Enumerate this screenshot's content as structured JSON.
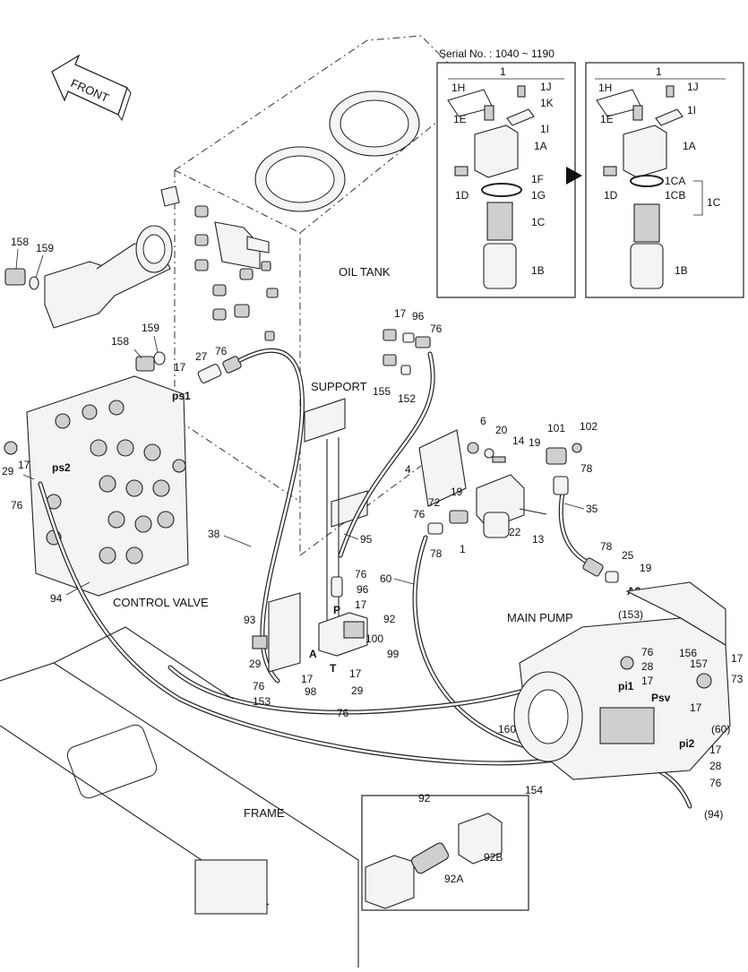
{
  "labels": {
    "front": "FRONT",
    "oil_tank": "OIL TANK",
    "support": "SUPPORT",
    "control_valve": "CONTROL VALVE",
    "main_pump": "MAIN PUMP",
    "frame": "FRAME",
    "serial": "Serial No. : 1040 ~ 1190"
  },
  "ports": {
    "ps1": "ps1",
    "ps2": "ps2",
    "pi1": "pi1",
    "pi2": "pi2",
    "psv": "Psv",
    "a3": "A3",
    "p": "P",
    "a": "A",
    "t": "T"
  },
  "parts": {
    "n158a": "158",
    "n159a": "159",
    "n158b": "158",
    "n159b": "159",
    "n17a": "17",
    "n27": "27",
    "n76a": "76",
    "n29a": "29",
    "n17b": "17",
    "n76b": "76",
    "n38": "38",
    "n94a": "94",
    "n17c": "17",
    "n96a": "96",
    "n76c": "76",
    "n155": "155",
    "n152": "152",
    "n95": "95",
    "n6": "6",
    "n20": "20",
    "n14": "14",
    "n4": "4",
    "n19a": "19",
    "n101": "101",
    "n102": "102",
    "n78a": "78",
    "n35": "35",
    "n19b": "19",
    "n72": "72",
    "n76d": "76",
    "n78b": "78",
    "n1": "1",
    "n22": "22",
    "n13": "13",
    "n78c": "78",
    "n25": "25",
    "n19c": "19",
    "n60a": "60",
    "n76e": "76",
    "n96b": "96",
    "n17d": "17",
    "n93": "93",
    "n92a": "92",
    "n100": "100",
    "n99": "99",
    "n29b": "29",
    "n17e": "17",
    "n76f": "76",
    "n98": "98",
    "n17f": "17",
    "n29c": "29",
    "n153a": "153",
    "n76g": "76",
    "n153b": "(153)",
    "n76h": "76",
    "n28a": "28",
    "n17g": "17",
    "n156": "156",
    "n157": "157",
    "n17h": "17",
    "n73": "73",
    "n17i": "17",
    "n60b": "(60)",
    "n160": "160",
    "n154": "154",
    "n17j": "17",
    "n28b": "28",
    "n76i": "76",
    "n94b": "(94)",
    "n92b": "92",
    "n92A": "92A",
    "n92B": "92B"
  },
  "inset_left": {
    "n1": "1",
    "n1H": "1H",
    "n1J": "1J",
    "n1K": "1K",
    "n1E": "1E",
    "n1I": "1I",
    "n1A": "1A",
    "n1D": "1D",
    "n1F": "1F",
    "n1G": "1G",
    "n1C": "1C",
    "n1B": "1B"
  },
  "inset_right": {
    "n1": "1",
    "n1H": "1H",
    "n1J": "1J",
    "n1E": "1E",
    "n1I": "1I",
    "n1A": "1A",
    "n1D": "1D",
    "n1CA": "1CA",
    "n1CB": "1CB",
    "n1C": "1C",
    "n1B": "1B"
  }
}
